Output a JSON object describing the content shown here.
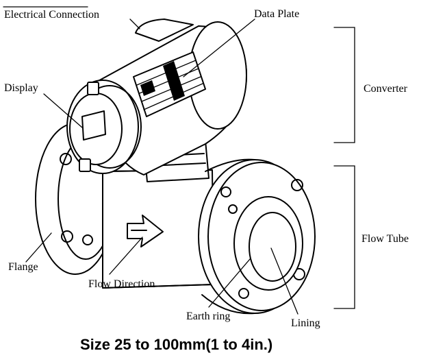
{
  "labels": {
    "electrical_connection": "Electrical Connection",
    "data_plate": "Data Plate",
    "display": "Display",
    "converter": "Converter",
    "flow_tube": "Flow Tube",
    "flange": "Flange",
    "flow_direction": "Flow Direction",
    "earth_ring": "Earth ring",
    "lining": "Lining"
  },
  "caption": "Size 25 to 100mm(1 to 4in.)"
}
